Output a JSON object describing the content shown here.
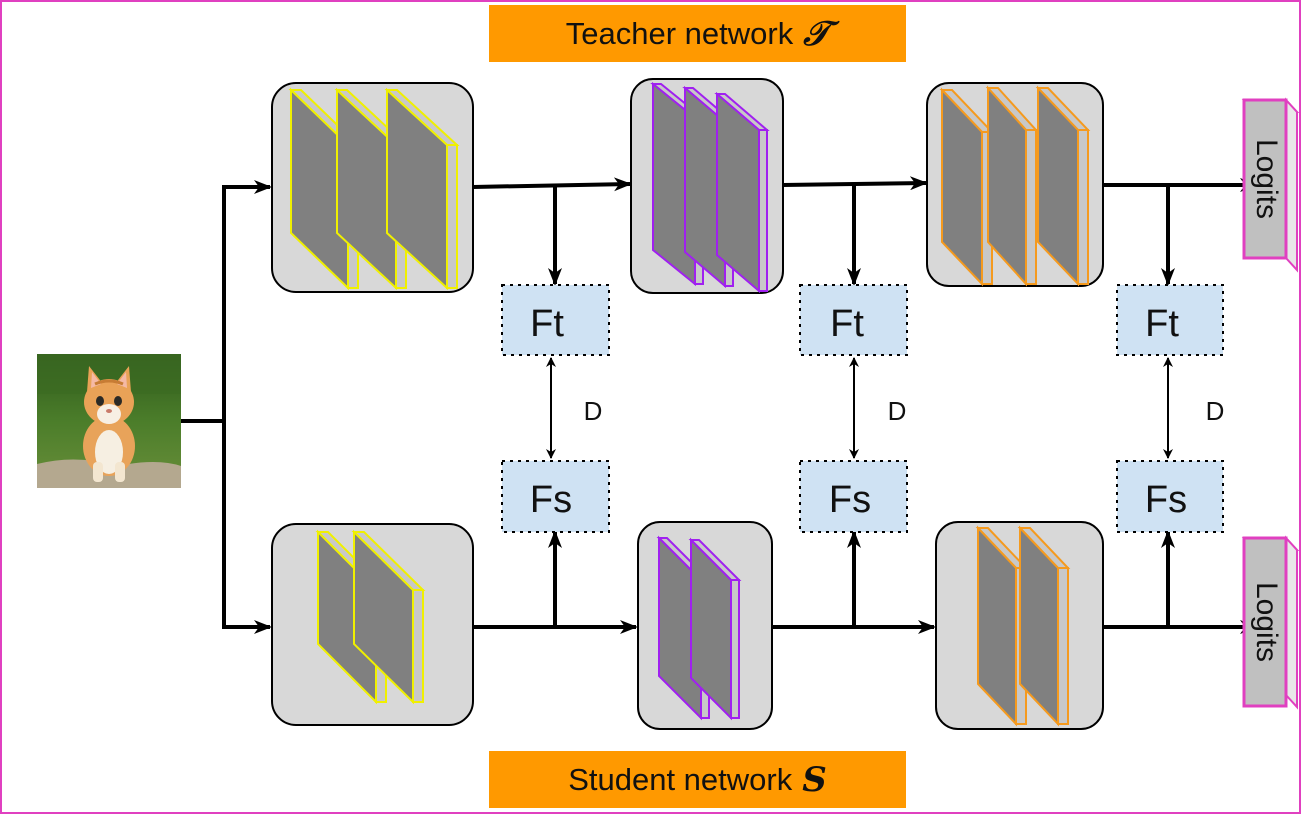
{
  "teacher_banner": {
    "text": "Teacher network",
    "symbol": "𝒯"
  },
  "student_banner": {
    "text": "Student network",
    "symbol": "S"
  },
  "feature_teacher_label": "Ft",
  "feature_student_label": "Fs",
  "distance_label": "D",
  "logits_label": "Logits",
  "colors": {
    "banner": "#ff9900",
    "block_bg": "#d8d8d8",
    "stage1": "#f0f000",
    "stage2": "#a020f0",
    "stage3": "#f59a1e",
    "feature_box": "#cfe2f3",
    "logits": "#e040c0"
  }
}
